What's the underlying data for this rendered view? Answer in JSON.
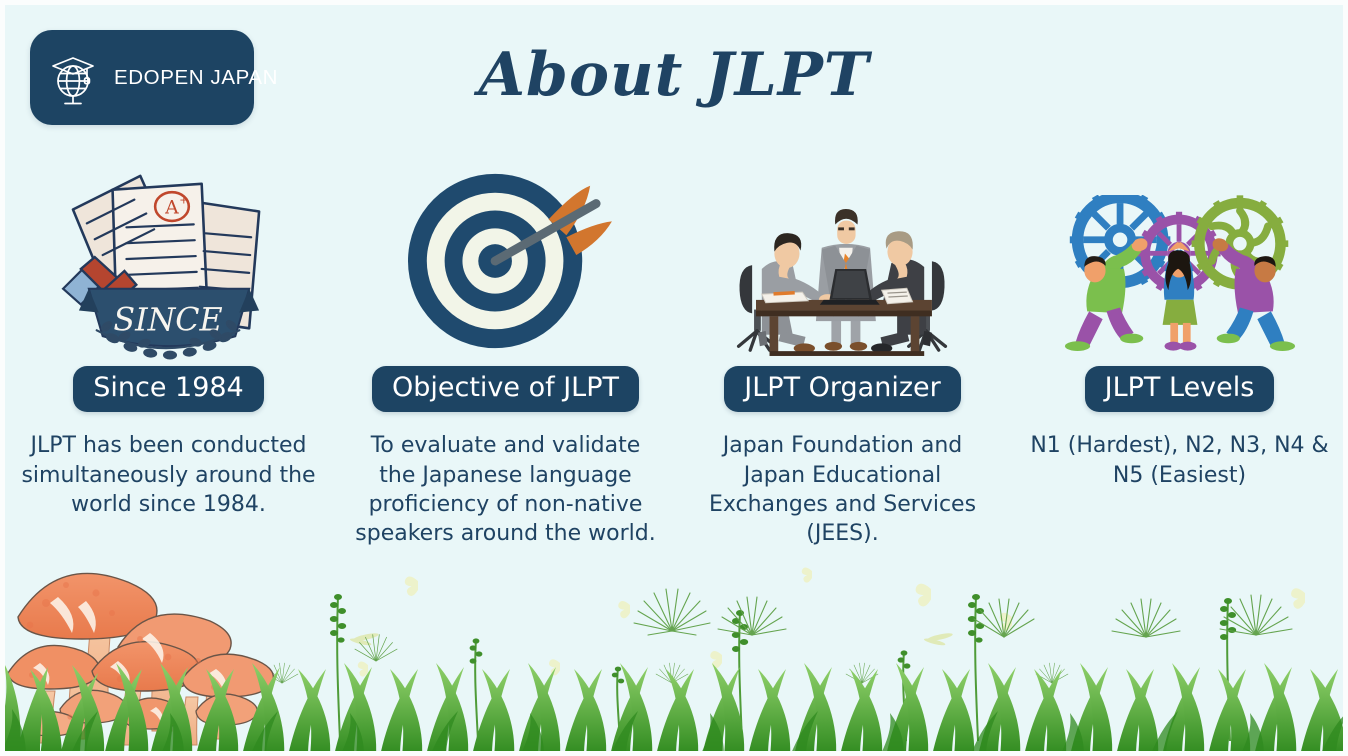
{
  "slide": {
    "background_color": "#e9f7f8",
    "accent_navy": "#1d4463",
    "text_navy": "#1f4363",
    "title": "About JLPT"
  },
  "logo": {
    "brand": "EDOPEN JAPAN",
    "icon": "graduation-globe-icon",
    "background_color": "#1d4463",
    "text_color": "#ffffff"
  },
  "columns": [
    {
      "id": "since-1984",
      "illustration": "documents-since-banner-illustration",
      "badge": "Since 1984",
      "description": "JLPT has been conducted simultaneously around the world since 1984.",
      "banner_text": "SINCE",
      "grade_mark": "A+"
    },
    {
      "id": "objective-of-jlpt",
      "illustration": "target-with-arrow-illustration",
      "badge": "Objective of JLPT",
      "description": "To evaluate and validate the Japanese language proficiency of non-native speakers around the world."
    },
    {
      "id": "jlpt-organizer",
      "illustration": "business-meeting-illustration",
      "badge": "JLPT Organizer",
      "description": "Japan Foundation and Japan Educational Exchanges and Services (JEES)."
    },
    {
      "id": "jlpt-levels",
      "illustration": "people-holding-gears-illustration",
      "badge": "JLPT Levels",
      "description": "N1 (Hardest), N2, N3, N4 & N5 (Easiest)"
    }
  ],
  "scenery": {
    "name": "grass-and-mushrooms-border",
    "mushroom_color": "#f08a5d",
    "grass_color": "#4aa72e"
  }
}
